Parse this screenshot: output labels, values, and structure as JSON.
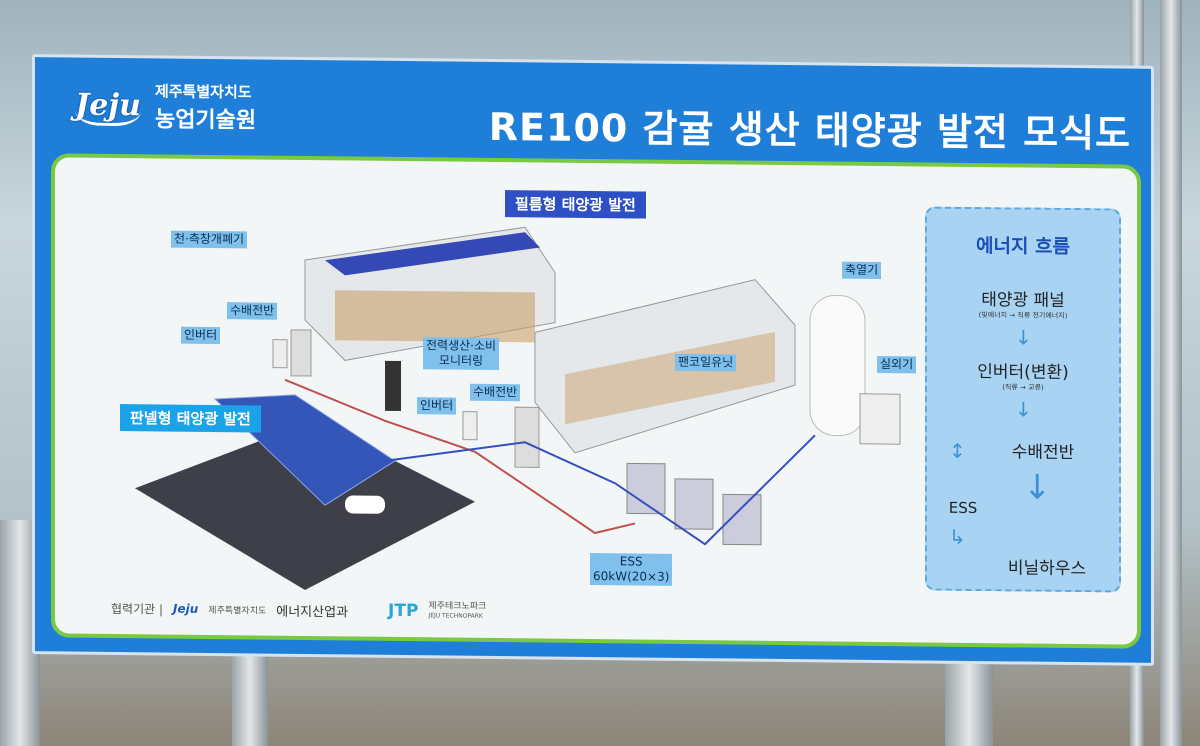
{
  "header": {
    "logo_text": "Jeju",
    "org_line1": "제주특별자치도",
    "org_line2": "농업기술원",
    "title": "RE100 감귤 생산 태양광 발전 모식도"
  },
  "diagram": {
    "film_solar_label": "필름형 태양광 발전",
    "panel_solar_label": "판넬형 태양광 발전",
    "labels": {
      "vent": "천·측창개폐기",
      "switchboard1": "수배전반",
      "inverter1": "인버터",
      "monitor_line1": "전력생산·소비",
      "monitor_line2": "모니터링",
      "inverter2": "인버터",
      "switchboard2": "수배전반",
      "fancoil": "팬코일유닛",
      "heat_storage": "축열기",
      "outdoor_unit": "실외기",
      "ess_line1": "ESS",
      "ess_line2": "60kW(20×3)"
    }
  },
  "energy_flow": {
    "title": "에너지 흐름",
    "steps": [
      {
        "label": "태양광 패널",
        "note": "(빛에너지 → 직류 전기에너지)"
      },
      {
        "label": "인버터(변환)",
        "note": "(직류 → 교류)"
      },
      {
        "label": "수배전반",
        "note": ""
      },
      {
        "label": "ESS",
        "note": ""
      },
      {
        "label": "비닐하우스",
        "note": ""
      }
    ]
  },
  "footer": {
    "partners_label": "협력기관 |",
    "partner1_logo": "Jeju",
    "partner1_org": "제주특별자치도",
    "partner1_dept": "에너지산업과",
    "partner2_logo": "JTP",
    "partner2_name": "제주테크노파크",
    "partner2_en": "JEJU TECHNOPARK"
  },
  "colors": {
    "board_blue": "#1f7fd8",
    "panel_border_green": "#7ac943",
    "label_bg": "#7fc1ec",
    "film_label_bg": "#2f4fc4",
    "panel_label_bg": "#1aa3e8"
  }
}
